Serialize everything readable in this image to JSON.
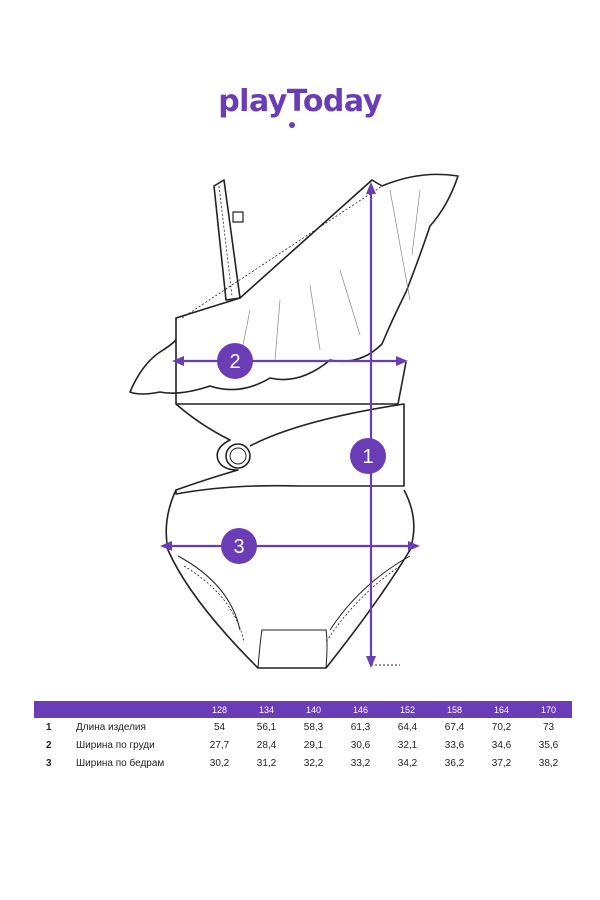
{
  "brand": {
    "logo_text": "playToday"
  },
  "diagram": {
    "markers": [
      {
        "id": 1,
        "label": "1"
      },
      {
        "id": 2,
        "label": "2"
      },
      {
        "id": 3,
        "label": "3"
      }
    ],
    "accent_color": "#6a3cb5"
  },
  "size_table": {
    "header": [
      "128",
      "134",
      "140",
      "146",
      "152",
      "158",
      "164",
      "170"
    ],
    "rows": [
      {
        "num": "1",
        "label": "Длина изделия",
        "values": [
          "54",
          "56,1",
          "58,3",
          "61,3",
          "64,4",
          "67,4",
          "70,2",
          "73"
        ]
      },
      {
        "num": "2",
        "label": "Ширина по груди",
        "values": [
          "27,7",
          "28,4",
          "29,1",
          "30,6",
          "32,1",
          "33,6",
          "34,6",
          "35,6"
        ]
      },
      {
        "num": "3",
        "label": "Ширина по бедрам",
        "values": [
          "30,2",
          "31,2",
          "32,2",
          "33,2",
          "34,2",
          "36,2",
          "37,2",
          "38,2"
        ]
      }
    ]
  }
}
